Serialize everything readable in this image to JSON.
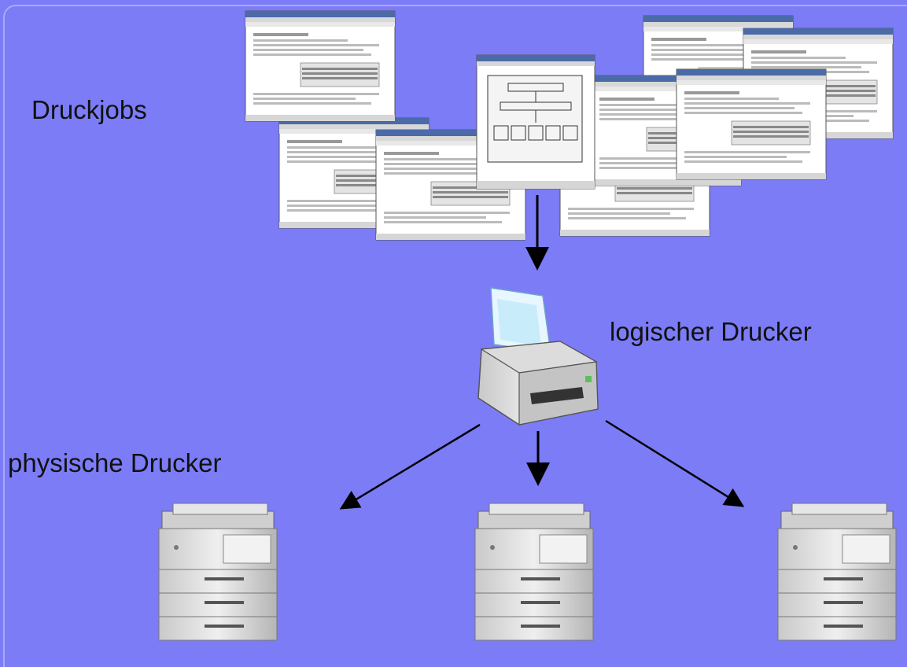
{
  "labels": {
    "print_jobs": "Druckjobs",
    "logical_printer": "logischer Drucker",
    "physical_printers": "physische Drucker"
  },
  "colors": {
    "background": "#7c7cf6",
    "arrow": "#000000",
    "text": "#111111"
  },
  "icons": {
    "documents": "document-screenshot-icon",
    "logical_printer": "inkjet-printer-icon",
    "physical_printer": "copier-printer-icon"
  },
  "diagram": {
    "job_count": 9,
    "physical_printer_count": 3
  }
}
